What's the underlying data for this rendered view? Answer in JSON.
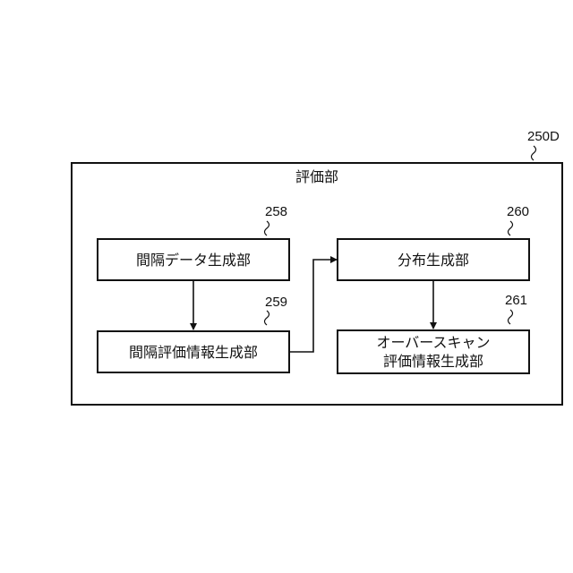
{
  "container": {
    "ref": "250D",
    "title": "評価部"
  },
  "blocks": [
    {
      "id": "interval-data",
      "ref": "258",
      "text": "間隔データ生成部"
    },
    {
      "id": "interval-eval",
      "ref": "259",
      "text": "間隔評価情報生成部"
    },
    {
      "id": "distribution",
      "ref": "260",
      "text": "分布生成部"
    },
    {
      "id": "overscan-eval",
      "ref": "261",
      "text": "オーバースキャン\n評価情報生成部"
    }
  ],
  "connections": [
    {
      "from": "interval-data",
      "to": "interval-eval"
    },
    {
      "from": "interval-eval",
      "to": "distribution"
    },
    {
      "from": "distribution",
      "to": "overscan-eval"
    }
  ]
}
